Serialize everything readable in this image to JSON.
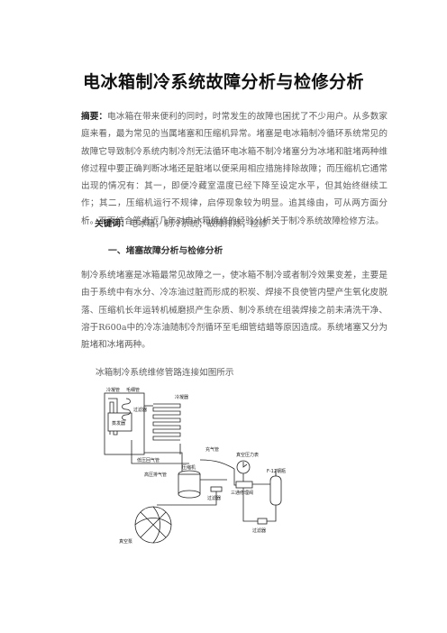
{
  "title": "电冰箱制冷系统故障分析与检修分析",
  "abstract": {
    "label": "摘要：",
    "text": "电冰箱在带来便利的同时，时常发生的故障也困扰了不少用户。从多数家庭来看，最为常见的当属堵塞和压缩机异常。堵塞是电冰箱制冷循环系统常见的故障它导致制冷系统内制冷剂无法循环电冰箱不制冷堵塞分为冰堵和脏堵两种维修过程中要正确判断冰堵还是脏堵以便采用相应措施排除故障；而压缩机它通常出现的情况有：其一，即便冷藏室温度已经下降至设定水平，但其始终继续工作；其二，压缩机运行不规律，启停现象较为明显。追其缘由，可从两方面分析。下面结合笔者近几年对电冰箱维修的经验分析关于制冷系统故障检修方法。"
  },
  "keywords": {
    "label": "关键词：",
    "text": "电冰箱；制冷系统；故障排除；检修"
  },
  "section1": {
    "heading": "一、堵塞故障分析与检修分析",
    "text": "制冷系统堵塞是冰箱最常见故障之一，使冰箱不制冷或者制冷效果变差，主要是由于系统中有水分、冷冻油过脏而形成的积炭、焊接不良使管内壁产生氧化皮脱落、压缩机长年运转机械磨损产生杂质、制冷系统在组装焊接之前未清洗干净、溶于R600a中的冷冻油随制冷剂循环至毛细管结蜡等原因造成。系统堵塞又分为脏堵和冰堵两种。"
  },
  "figure": {
    "caption": "冰箱制冷系统维修管路连接如图所示",
    "labels": {
      "condenser_left": "冷凝管",
      "capillary": "毛细管",
      "evaporator": "蒸发器",
      "filter_small": "过滤器",
      "condenser_right": "冷凝器",
      "charge_tube": "充气管",
      "vacuum_gauge": "真空压力表",
      "compressor": "压缩机",
      "low_pressure_tube": "低压回气管",
      "high_pressure_tube": "高压排气管",
      "three_way_valve": "三通修理阀",
      "cylinder": "F-12钢瓶",
      "filter_mid": "过滤器",
      "filter_bottom": "过滤器",
      "vacuum_pump": "真空泵"
    }
  }
}
